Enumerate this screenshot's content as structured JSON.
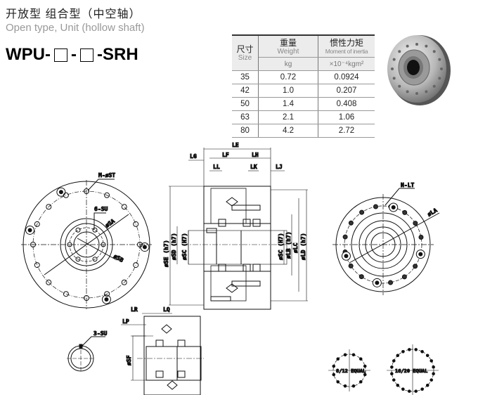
{
  "header": {
    "title_cn": "开放型 组合型（中空轴）",
    "title_en": "Open type, Unit (hollow shaft)",
    "model_prefix": "WPU-",
    "model_sep": "-",
    "model_suffix": "-SRH"
  },
  "table": {
    "col_size_cn": "尺寸",
    "col_size_en": "Size",
    "col_weight_cn": "重量",
    "col_weight_en": "Weight",
    "col_weight_unit": "kg",
    "col_inertia_cn": "惯性力矩",
    "col_inertia_en": "Moment of inertia",
    "col_inertia_unit": "×10⁻⁴kgm²",
    "rows": [
      {
        "size": "35",
        "weight": "0.72",
        "inertia": "0.0924"
      },
      {
        "size": "42",
        "weight": "1.0",
        "inertia": "0.207"
      },
      {
        "size": "50",
        "weight": "1.4",
        "inertia": "0.408"
      },
      {
        "size": "63",
        "weight": "2.1",
        "inertia": "1.06"
      },
      {
        "size": "80",
        "weight": "4.2",
        "inertia": "2.72"
      }
    ]
  },
  "drawing": {
    "m_st": "M-øST",
    "six_su": "6-SU",
    "sa": "øSA",
    "sb": "øSB",
    "le": "LE",
    "lg": "LG",
    "lf": "LF",
    "lh": "LH",
    "ll": "LL",
    "lk": "LK",
    "lj": "LJ",
    "se": "øSE (h7)",
    "sd": "øSD (h7)",
    "sc": "øSC (H7)",
    "sc2": "øSC (H7)",
    "lb": "øLB (h7)",
    "lc": "øLC",
    "ld": "øLD (h7)",
    "n_lt": "N-LT",
    "la": "øLA",
    "three_su": "3-SU",
    "lr": "LR",
    "lq": "LQ",
    "lp": "LP",
    "sf": "øSF",
    "equal_8_12": "8/12 EQUAL",
    "equal_16_20": "16/20 EQUAL"
  }
}
